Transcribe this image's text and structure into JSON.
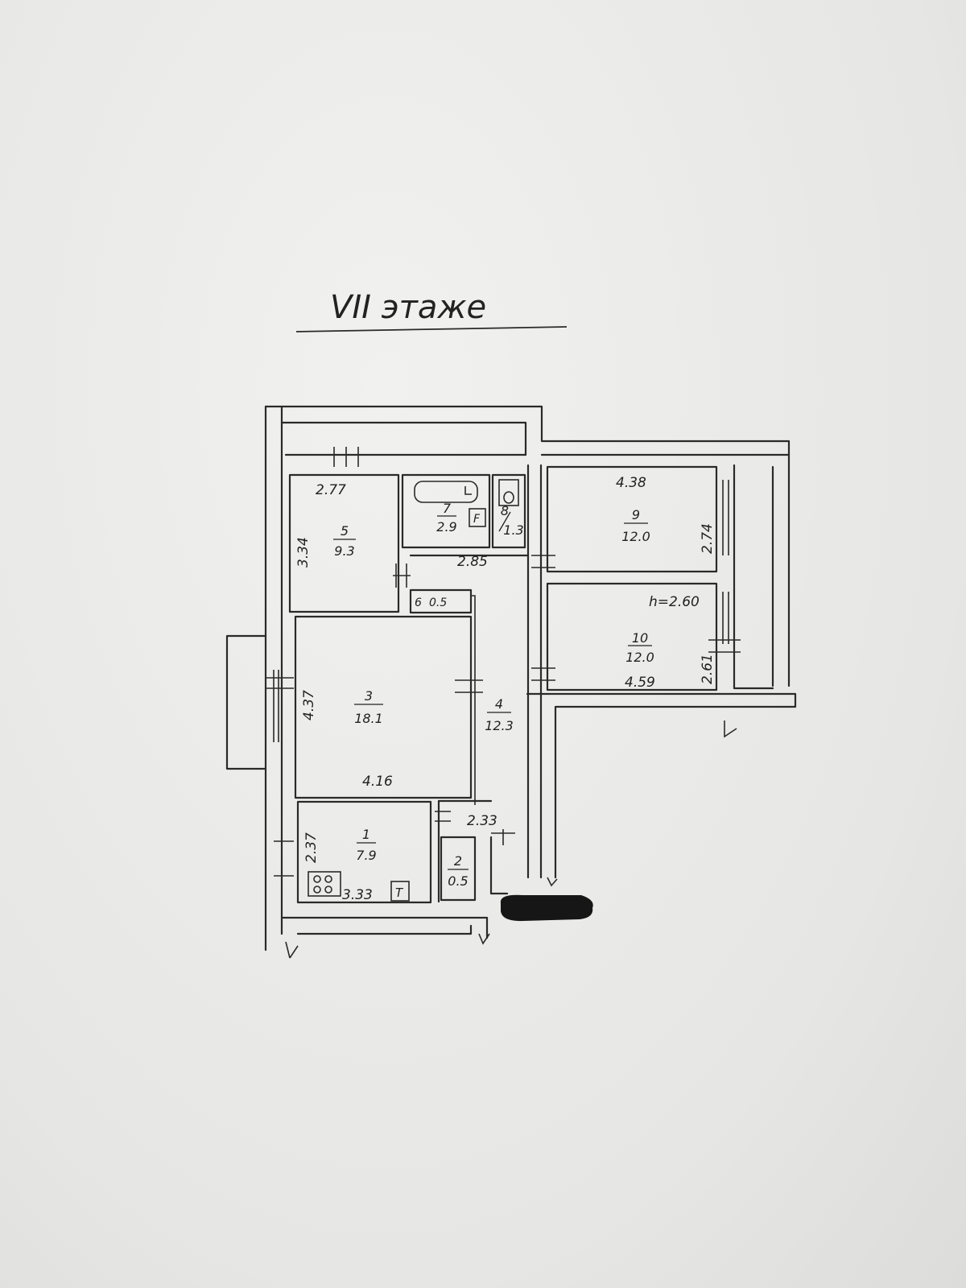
{
  "title": "VII этаже",
  "rooms": [
    {
      "num": "5",
      "area": "9.3"
    },
    {
      "num": "7",
      "area": "2.9"
    },
    {
      "num": "8",
      "area": "1.3"
    },
    {
      "num": "9",
      "area": "12.0"
    },
    {
      "num": "10",
      "area": "12.0"
    },
    {
      "num": "3",
      "area": "18.1"
    },
    {
      "num": "4",
      "area": "12.3"
    },
    {
      "num": "1",
      "area": "7.9"
    },
    {
      "num": "2",
      "area": "0.5"
    },
    {
      "num": "6",
      "area": "0.5"
    }
  ],
  "dimensions": {
    "d_2_77": "2.77",
    "d_3_34": "3.34",
    "d_4_38": "4.38",
    "d_2_74": "2.74",
    "d_2_85": "2.85",
    "d_h": "h=2.60",
    "d_4_37": "4.37",
    "d_4_16": "4.16",
    "d_4_59": "4.59",
    "d_2_61": "2.61",
    "d_2_37": "2.37",
    "d_3_33": "3.33",
    "d_2_33": "2.33"
  },
  "symbols": {
    "t_box": "T",
    "f_box": "F"
  }
}
